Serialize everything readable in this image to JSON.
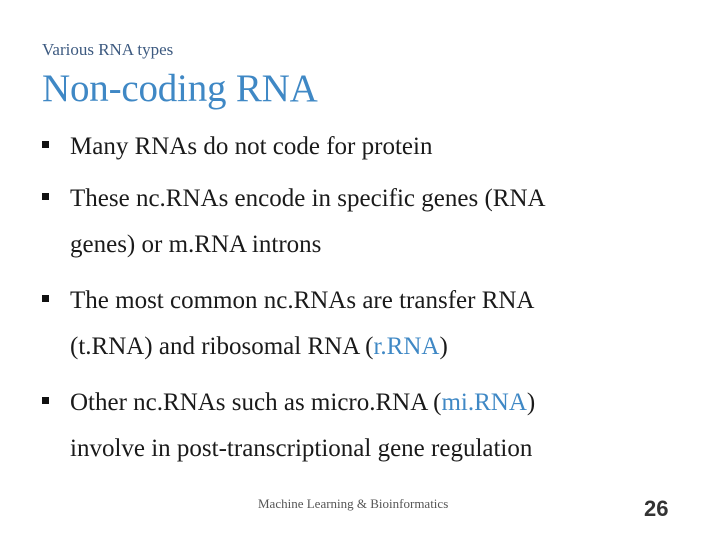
{
  "slide": {
    "section_label": "Various RNA types",
    "title": "Non-coding RNA",
    "bullets": [
      {
        "text": "Many RNAs do not code for protein"
      },
      {
        "line1": "These nc.RNAs encode in specific genes (RNA",
        "line2": "genes) or m.RNA introns"
      },
      {
        "line1": "The most common nc.RNAs are transfer RNA",
        "line2_pre": "(t.RNA) and ribosomal RNA (",
        "line2_accent": "r.RNA",
        "line2_post": ")"
      },
      {
        "line1_pre": "Other nc.RNAs such as micro.RNA (",
        "line1_accent": "mi.RNA",
        "line1_post": ")",
        "line2": "involve in post-transcriptional gene regulation"
      }
    ],
    "footer": "Machine Learning & Bioinformatics",
    "page_number": "26"
  },
  "colors": {
    "title": "#3f88c5",
    "accent": "#3f88c5",
    "bullet_marker": "#111111"
  },
  "icons": {
    "bullet": "square-bullet-icon"
  }
}
